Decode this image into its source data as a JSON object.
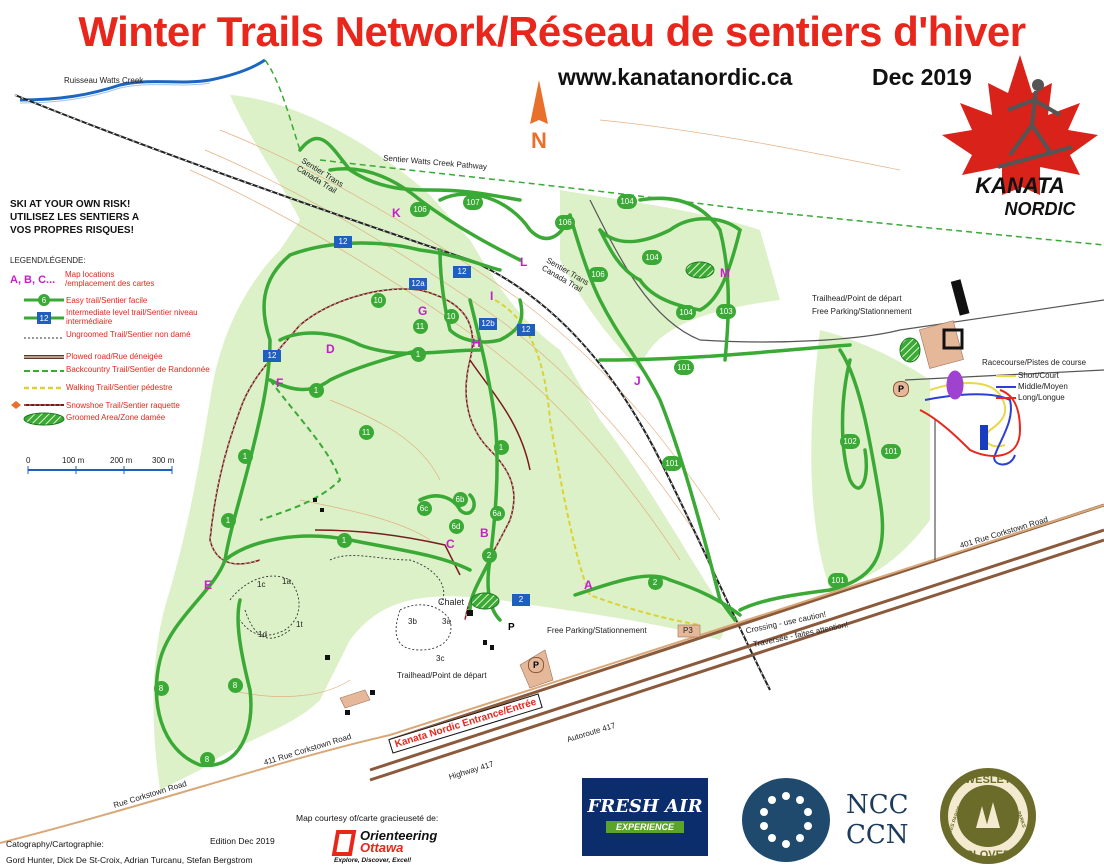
{
  "title": "Winter Trails Network/Réseau de sentiers d'hiver",
  "website": "www.kanatanordic.ca",
  "edition_date": "Dec 2019",
  "logo": {
    "line1": "KANATA",
    "line2": "NORDIC"
  },
  "north_arrow": "N",
  "warning": [
    "SKI AT YOUR OWN RISK!",
    "UTILISEZ LES SENTIERS A",
    "VOS PROPRES RISQUES!"
  ],
  "legend": {
    "title": "LEGEND/LÉGENDE:",
    "map_locations_key": "A, B, C...",
    "map_locations": "Map locations /emplacement des cartes",
    "easy_key": "6",
    "easy": "Easy trail/Sentier facile",
    "intermediate_key": "12",
    "intermediate": "Intermediate level trail/Sentier niveau intermédiaire",
    "ungroomed": "Ungroomed Trail/Sentier non damé",
    "plowed": "Plowed road/Rue déneigée",
    "backcountry": "Backcountry Trail/Sentier de Randonnée",
    "walking": "Walking Trail/Sentier pédestre",
    "snowshoe": "Snowshoe Trail/Sentier raquette",
    "groomed": "Groomed Area/Zone damée"
  },
  "scale": {
    "labels": [
      "0",
      "100 m",
      "200 m",
      "300 m"
    ]
  },
  "racecourse": {
    "title": "Racecourse/Pistes de course",
    "short": "Short/Court",
    "middle": "Middle/Moyen",
    "long": "Long/Longue"
  },
  "labels": {
    "creek": "Ruisseau Watts Creek",
    "pathway": "Sentier Watts Creek Pathway",
    "tct1": "Sentier Trans Canada Trail",
    "tct2": "Sentier Trans Canada Trail",
    "trailhead_top": "Trailhead/Point de départ",
    "parking_top": "Free Parking/Stationnement",
    "parking_bottom": "Free Parking/Stationnement",
    "trailhead_bottom": "Trailhead/Point de départ",
    "chalet": "Chalet",
    "crossing1": "Crossing - use caution!",
    "crossing2": "Traversée - faites attention!",
    "corkstown401": "401 Rue Corkstown Road",
    "corkstown411": "411 Rue Corkstown Road",
    "corkstown": "Rue Corkstown Road",
    "entrance": "Kanata Nordic Entrance/Entrée",
    "hwy": "Highway 417",
    "autoroute": "Autoroute 417",
    "p3": "P3"
  },
  "locations": [
    "A",
    "B",
    "C",
    "D",
    "E",
    "F",
    "G",
    "H",
    "I",
    "J",
    "K",
    "L",
    "M"
  ],
  "trail_numbers": [
    "1",
    "2",
    "6a",
    "6b",
    "6c",
    "6d",
    "8",
    "10",
    "11",
    "12",
    "12a",
    "12b",
    "101",
    "102",
    "103",
    "104",
    "106",
    "107",
    "1a",
    "1c",
    "1d",
    "1t",
    "3b",
    "3c"
  ],
  "credits": {
    "courtesy": "Map courtesy of/carte gracieuseté de:",
    "orienteering1": "Orienteering",
    "orienteering2": "Ottawa",
    "orienteering_tag": "Explore, Discover, Excel!",
    "cartography": "Catography/Cartographie:",
    "edition": "Edition Dec 2019",
    "authors": "Gord Hunter, Dick De St-Croix, Adrian Turcanu, Stefan Bergstrom"
  },
  "sponsors": {
    "freshair1": "FRESH AIR",
    "freshair2": "EXPERIENCE",
    "ncc1": "NCC",
    "ncc2": "CCN",
    "wesley1": "WESLEY",
    "wesley2": "CLOVER",
    "wesley3": "LES PARCS",
    "wesley4": "PARKS"
  },
  "colors": {
    "title": "#e8261c",
    "easy": "#3aa935",
    "intermediate": "#1f5fbf",
    "snowshoe": "#7a1c1c",
    "forest": "#d9f0c4",
    "backcountry": "#3aa935",
    "walking": "#e0d23a"
  }
}
